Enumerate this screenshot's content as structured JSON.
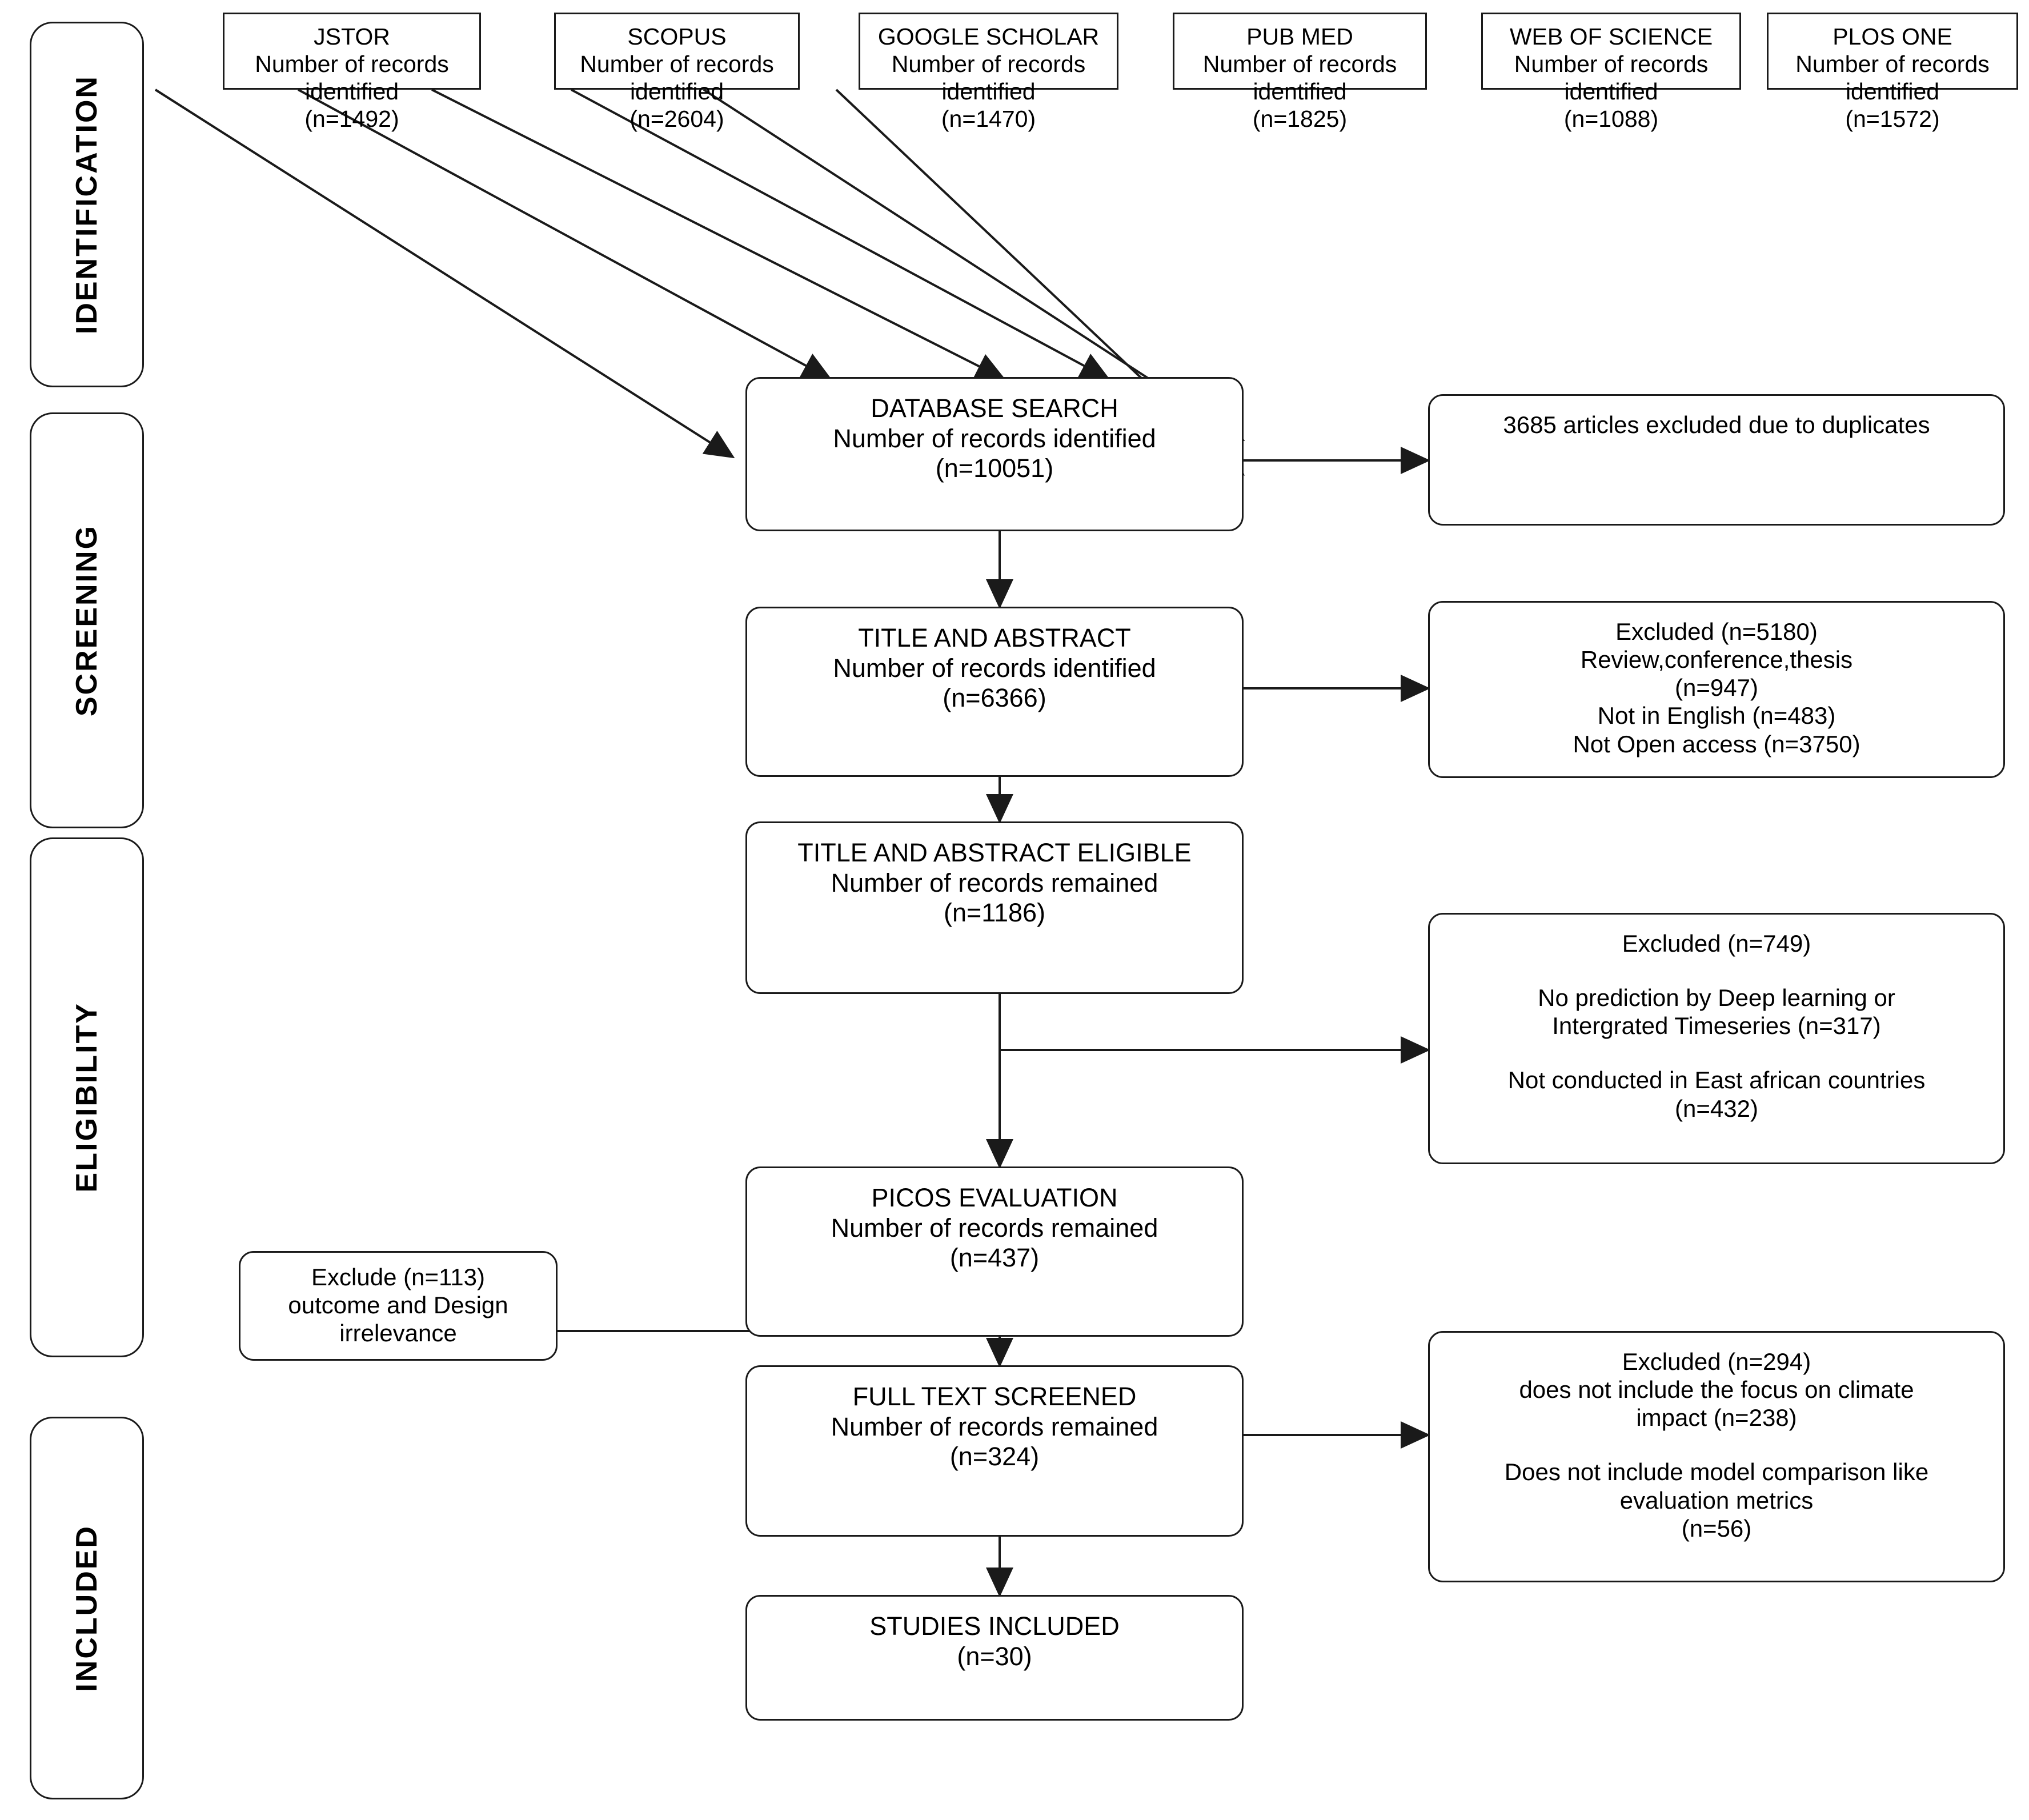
{
  "diagram": {
    "type": "prisma-flow-diagram",
    "title": "PRISMA study selection flow",
    "colors": {
      "stroke": "#1a1a1a",
      "fill": "#ffffff",
      "text": "#000000"
    }
  },
  "phases": [
    {
      "id": "identification",
      "label": "IDENTIFICATION"
    },
    {
      "id": "screening",
      "label": "SCREENING"
    },
    {
      "id": "eligibility",
      "label": "ELIGIBILITY"
    },
    {
      "id": "included",
      "label": "INCLUDED"
    }
  ],
  "sources": [
    {
      "id": "jstor",
      "name": "JSTOR",
      "line2": "Number of records",
      "line3": "identified",
      "count": "(n=1492)"
    },
    {
      "id": "scopus",
      "name": "SCOPUS",
      "line2": "Number of records",
      "line3": "identified",
      "count": "(n=2604)"
    },
    {
      "id": "google-scholar",
      "name": "GOOGLE SCHOLAR",
      "line2": "Number of records",
      "line3": "identified",
      "count": "(n=1470)"
    },
    {
      "id": "pubmed",
      "name": "PUB MED",
      "line2": "Number of records",
      "line3": "identified",
      "count": "(n=1825)"
    },
    {
      "id": "web-of-science",
      "name": "WEB OF SCIENCE",
      "line2": "Number of records",
      "line3": "identified",
      "count": "(n=1088)"
    },
    {
      "id": "plos-one",
      "name": "PLOS ONE",
      "line2": "Number of records",
      "line3": "identified",
      "count": "(n=1572)"
    }
  ],
  "stages": {
    "database_search": {
      "title": "DATABASE  SEARCH",
      "subtitle": "Number of records identified",
      "count": "(n=10051)"
    },
    "title_abstract": {
      "title": "TITLE AND ABSTRACT",
      "subtitle": "Number of records identified",
      "count": "(n=6366)"
    },
    "title_abstract_eligible": {
      "title": "TITLE AND ABSTRACT ELIGIBLE",
      "subtitle": "Number of records remained",
      "count": "(n=1186)"
    },
    "picos_evaluation": {
      "title": "PICOS EVALUATION",
      "subtitle": "Number of records remained",
      "count": "(n=437)"
    },
    "full_text_screened": {
      "title": "FULL TEXT SCREENED",
      "subtitle": "Number of records remained",
      "count": "(n=324)"
    },
    "studies_included": {
      "title": "STUDIES INCLUDED",
      "count": "(n=30)"
    }
  },
  "exclusions": {
    "duplicates": {
      "line1": "3685 articles excluded due to duplicates"
    },
    "screening_excluded": {
      "line1": "Excluded (n=5180)",
      "line2": "Review,conference,thesis",
      "line3": "(n=947)",
      "line4": "Not in English (n=483)",
      "line5": "Not Open access (n=3750)"
    },
    "eligibility_excluded": {
      "line1": "Excluded (n=749)",
      "line2": "No prediction by Deep learning or",
      "line3": "Intergrated Timeseries  (n=317)",
      "line4": "Not conducted in East african countries",
      "line5": "(n=432)"
    },
    "picos_excluded": {
      "line1": "Exclude (n=113)",
      "line2": "outcome and Design",
      "line3": "irrelevance"
    },
    "fulltext_excluded": {
      "line1": "Excluded (n=294)",
      "line2": "does not include the focus on climate",
      "line3": "impact (n=238)",
      "line4": "Does not include model comparison  like",
      "line5": "evaluation metrics",
      "line6": "(n=56)"
    }
  }
}
